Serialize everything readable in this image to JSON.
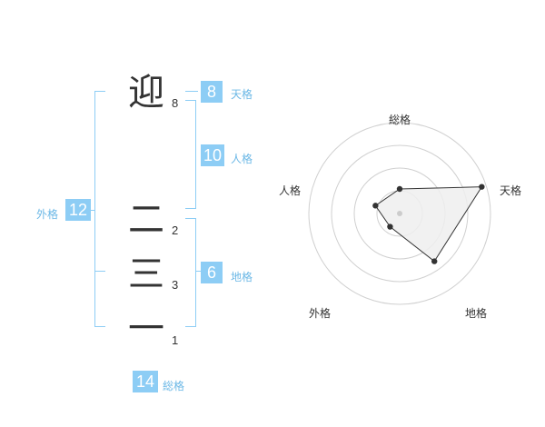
{
  "name_chars": [
    {
      "char": "迎",
      "strokes": "8"
    },
    {
      "char": "二",
      "strokes": "2"
    },
    {
      "char": "三",
      "strokes": "3"
    },
    {
      "char": "一",
      "strokes": "1"
    }
  ],
  "scores": {
    "tenkaku": {
      "value": "8",
      "label": "天格"
    },
    "jinkaku": {
      "value": "10",
      "label": "人格"
    },
    "chikaku": {
      "value": "6",
      "label": "地格"
    },
    "gaikaku": {
      "value": "12",
      "label": "外格"
    },
    "soukaku": {
      "value": "14",
      "label": "総格"
    }
  },
  "chart_data": {
    "type": "radar",
    "axes": [
      "総格",
      "天格",
      "地格",
      "外格",
      "人格"
    ],
    "rings": 4,
    "values": [
      0.27,
      0.95,
      0.65,
      0.18,
      0.28
    ],
    "colors": {
      "fill": "#eeeeee",
      "line": "#333333",
      "ring": "#d0d0d0"
    }
  },
  "colors": {
    "accent": "#8dcdf5",
    "accent_text": "#6cb8e6"
  }
}
